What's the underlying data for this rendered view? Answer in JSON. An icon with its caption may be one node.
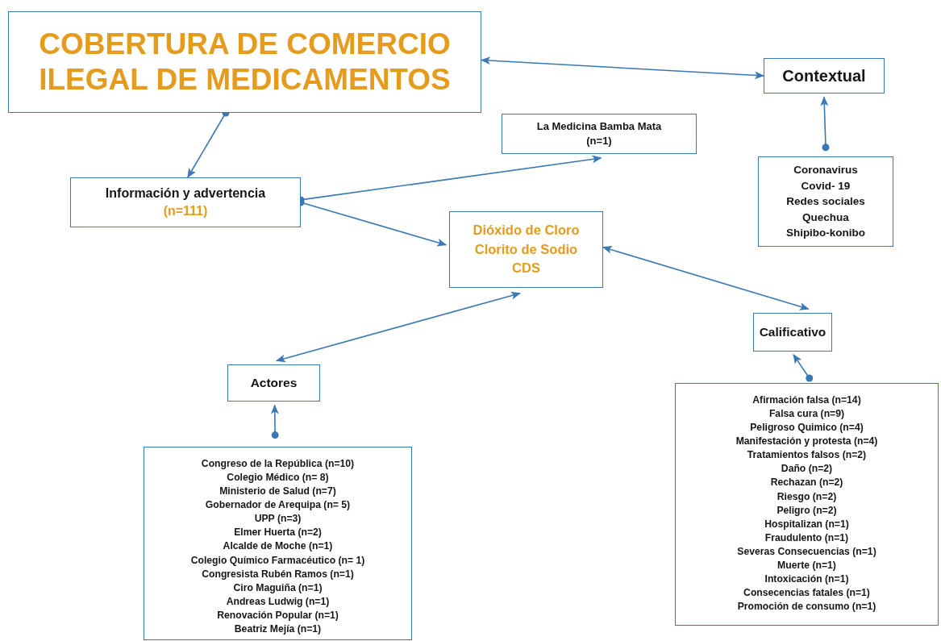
{
  "diagram": {
    "nodes": [
      {
        "text": [
          "COBERTURA DE COMERCIO ILEGAL DE MEDICAMENTOS"
        ]
      },
      {
        "text": [
          "Contextual"
        ]
      },
      {
        "text": [
          "La Medicina Bamba Mata",
          "(n=1)"
        ]
      },
      {
        "text": [
          "Coronavirus",
          "Covid- 19",
          "Redes sociales",
          "Quechua",
          "Shipibo-konibo"
        ]
      },
      {
        "text": [
          "Información y advertencia",
          "(n=111)"
        ]
      },
      {
        "text": [
          "Dióxido de Cloro",
          "Clorito de Sodio",
          "CDS"
        ]
      },
      {
        "text": [
          "Calificativo"
        ]
      },
      {
        "text": [
          "Actores"
        ]
      },
      {
        "text": [
          "Congreso de la República (n=10)",
          "Colegio Médico (n= 8)",
          "Ministerio de Salud (n=7)",
          "Gobernador de Arequipa (n= 5)",
          "UPP (n=3)",
          "Elmer Huerta (n=2)",
          "Alcalde de Moche (n=1)",
          "Colegio Químico Farmacéutico (n= 1)",
          "Congresista Rubén Ramos (n=1)",
          "Ciro Maguiña (n=1)",
          "Andreas Ludwig (n=1)",
          "Renovación Popular (n=1)",
          "Beatriz Mejía (n=1)"
        ]
      },
      {
        "text": [
          "Afirmación falsa (n=14)",
          "Falsa cura (n=9)",
          "Peligroso Quimico (n=4)",
          "Manifestación y protesta  (n=4)",
          "Tratamientos falsos (n=2)",
          "Daño (n=2)",
          "Rechazan (n=2)",
          "Riesgo (n=2)",
          "Peligro (n=2)",
          "Hospitalizan (n=1)",
          "Fraudulento (n=1)",
          "Severas Consecuencias (n=1)",
          "Muerte (n=1)",
          "Intoxicación (n=1)",
          "Consecencias fatales (n=1)",
          "Promoción de consumo (n=1)"
        ]
      }
    ],
    "edges": [
      {
        "from": 0,
        "to": 4,
        "arrow": "to"
      },
      {
        "from": 0,
        "to": 1,
        "arrow": "both"
      },
      {
        "from": 4,
        "to": 2,
        "arrow": "to"
      },
      {
        "from": 4,
        "to": 5,
        "arrow": "to"
      },
      {
        "from": 3,
        "to": 1,
        "arrow": "to"
      },
      {
        "from": 5,
        "to": 6,
        "arrow": "both"
      },
      {
        "from": 5,
        "to": 7,
        "arrow": "both"
      },
      {
        "from": 9,
        "to": 6,
        "arrow": "to"
      },
      {
        "from": 8,
        "to": 7,
        "arrow": "to"
      }
    ]
  }
}
